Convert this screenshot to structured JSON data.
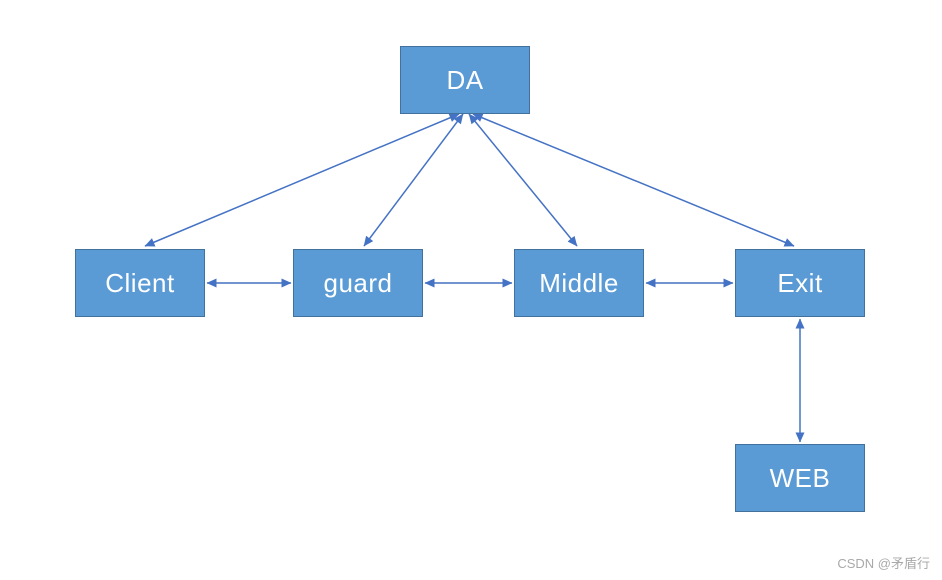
{
  "diagram": {
    "nodes": [
      {
        "id": "da",
        "label": "DA"
      },
      {
        "id": "client",
        "label": "Client"
      },
      {
        "id": "guard",
        "label": "guard"
      },
      {
        "id": "middle",
        "label": "Middle"
      },
      {
        "id": "exit",
        "label": "Exit"
      },
      {
        "id": "web",
        "label": "WEB"
      }
    ],
    "edges": [
      {
        "from": "da",
        "to": "client",
        "bidirectional": true
      },
      {
        "from": "da",
        "to": "guard",
        "bidirectional": true
      },
      {
        "from": "da",
        "to": "middle",
        "bidirectional": true
      },
      {
        "from": "da",
        "to": "exit",
        "bidirectional": true
      },
      {
        "from": "client",
        "to": "guard",
        "bidirectional": true
      },
      {
        "from": "guard",
        "to": "middle",
        "bidirectional": true
      },
      {
        "from": "middle",
        "to": "exit",
        "bidirectional": true
      },
      {
        "from": "exit",
        "to": "web",
        "bidirectional": true
      }
    ],
    "colors": {
      "node_fill": "#5b9bd5",
      "node_border": "#41719c",
      "node_text": "#ffffff",
      "arrow": "#4472c4"
    }
  },
  "watermark": {
    "text": "CSDN @矛盾行"
  }
}
